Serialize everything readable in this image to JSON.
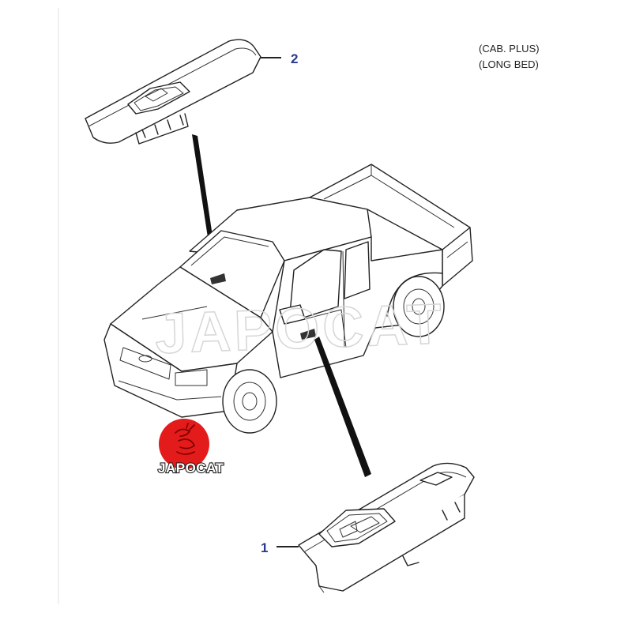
{
  "notes": {
    "line1": "(CAB. PLUS)",
    "line2": "(LONG BED)"
  },
  "callouts": [
    {
      "label": "1",
      "part": "driver-side window switch"
    },
    {
      "label": "2",
      "part": "passenger-side window switch"
    }
  ],
  "watermark": {
    "text": "JAPOCAT"
  },
  "logo": {
    "text": "JAPOCAT",
    "color": "#e31b1b"
  },
  "colors": {
    "callout": "#2b3a8a",
    "line": "#222222",
    "watermark": "#d6d6d6"
  }
}
